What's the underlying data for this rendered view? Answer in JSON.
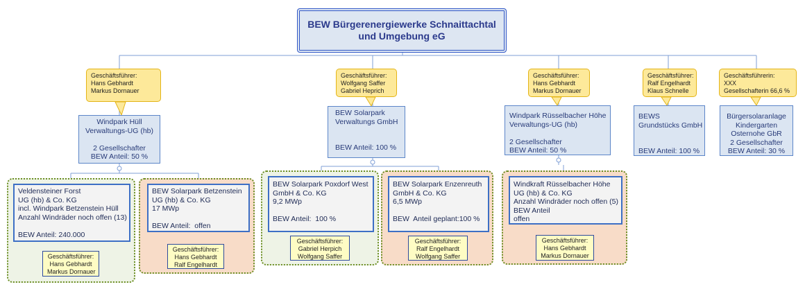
{
  "root": {
    "line1": "BEW Bürgerenergiewerke Schnaittachtal",
    "line2": "und Umgebung eG"
  },
  "callouts": [
    {
      "l1": "Geschäftsführer:",
      "l2": "Hans Gebhardt",
      "l3": "Markus Dornauer"
    },
    {
      "l1": "Geschäftsführer:",
      "l2": "Wolfgang Saffer",
      "l3": "Gabriel Heprich"
    },
    {
      "l1": "Geschäftsführer:",
      "l2": "Hans Gebhardt",
      "l3": "Markus Dornauer"
    },
    {
      "l1": "Geschäftsführer:",
      "l2": "Ralf Engelhardt",
      "l3": "Klaus Schnelle"
    },
    {
      "l1": "Geschäftsführerin:",
      "l2": "XXX",
      "l3": "Gesellschafterin 66,6 %"
    }
  ],
  "companies": [
    {
      "l1": "Windpark Hüll",
      "l2": "Verwaltungs-UG (hb)",
      "l3": "",
      "l4": "2 Gesellschafter",
      "l5": "BEW Anteil: 50 %"
    },
    {
      "l1": "BEW Solarpark",
      "l2": "Verwaltungs GmbH",
      "l3": "",
      "l4": "",
      "l5": "BEW Anteil: 100 %"
    },
    {
      "l1": "Windpark Rüsselbacher Höhe",
      "l2": "Verwaltungs-UG (hb)",
      "l3": "",
      "l4": "2 Gesellschafter",
      "l5": "BEW Anteil: 50 %"
    },
    {
      "l1": "BEWS",
      "l2": "Grundstücks GmbH",
      "l3": "",
      "l4": "",
      "l5": "BEW Anteil: 100 %"
    },
    {
      "l1": "Bürgersolaranlage",
      "l2": "Kindergarten",
      "l3": "Osternohe GbR",
      "l4": "2 Gesellschafter",
      "l5": "BEW Anteil: 30 %"
    }
  ],
  "projects": [
    {
      "l1": "Veldensteiner Forst",
      "l2": "UG (hb) & Co. KG",
      "l3": "incl. Windpark Betzenstein Hüll",
      "l4": "Anzahl Windräder noch offen (13)",
      "l5": "",
      "l6": "BEW Anteil: 240.000"
    },
    {
      "l1": "BEW Solarpark Betzenstein",
      "l2": "UG (hb) & Co. KG",
      "l3": "17 MWp",
      "l4": "",
      "l5": "BEW Anteil:  offen",
      "l6": ""
    },
    {
      "l1": "BEW Solarpark Poxdorf West",
      "l2": "GmbH & Co. KG",
      "l3": "9,2 MWp",
      "l4": "",
      "l5": "BEW Anteil:  100 %",
      "l6": ""
    },
    {
      "l1": "BEW Solarpark Enzenreuth",
      "l2": "GmbH & Co. KG",
      "l3": "6,5 MWp",
      "l4": "",
      "l5": "BEW  Anteil geplant:100 %",
      "l6": ""
    },
    {
      "l1": "Windkraft Rüsselbacher Höhe",
      "l2": "UG (hb) & Co. KG",
      "l3": "Anzahl Windräder noch offen (5)",
      "l4": "BEW Anteil",
      "l5": "offen",
      "l6": ""
    }
  ],
  "managers": [
    {
      "l1": "Geschäftsführer:",
      "l2": "Hans Gebhardt",
      "l3": "Markus Dornauer"
    },
    {
      "l1": "Geschäftsführer:",
      "l2": "Hans Gebhardt",
      "l3": "Ralf Engelhardt"
    },
    {
      "l1": "Geschäftsführer:",
      "l2": "Gabriel Herpich",
      "l3": "Wolfgang Saffer"
    },
    {
      "l1": "Geschäftsführer:",
      "l2": "Ralf Engelhardt",
      "l3": "Wolfgang Saffer"
    },
    {
      "l1": "Geschäftsführer:",
      "l2": "Hans Gebhardt",
      "l3": "Markus Dornauer"
    }
  ],
  "colors": {
    "connector": "#5b85c8",
    "callout_fill": "#fde99a",
    "group_border": "#6b8e23"
  }
}
